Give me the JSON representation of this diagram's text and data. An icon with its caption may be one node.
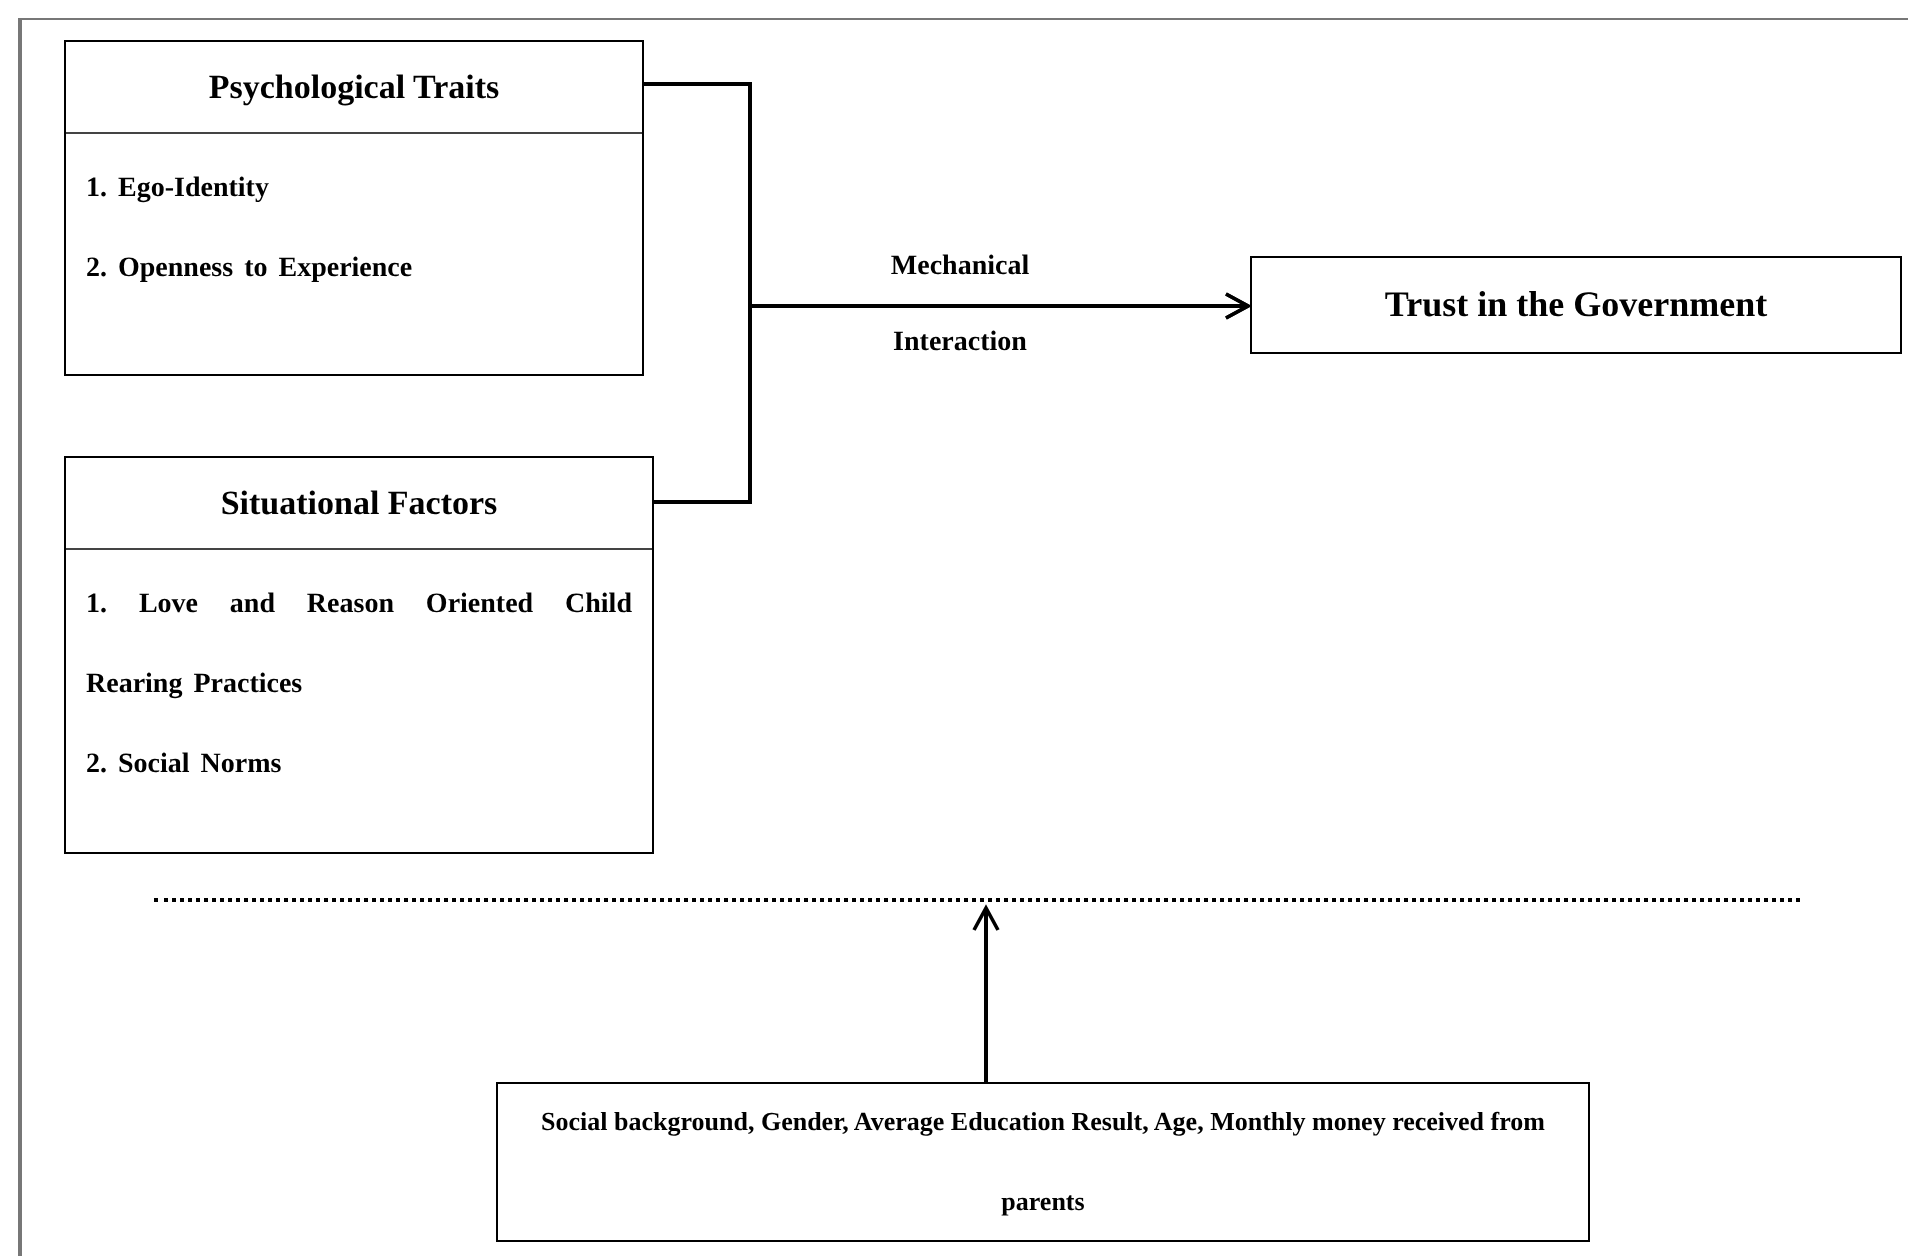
{
  "diagram": {
    "nodes": [
      {
        "text": [
          "Psychological Traits",
          "1. Ego-Identity",
          "2. Openness to Experience"
        ]
      },
      {
        "text": [
          "Situational Factors",
          "1. Love and Reason Oriented Child Rearing Practices",
          "2. Social Norms"
        ]
      },
      {
        "text": [
          "Trust in the Government"
        ]
      },
      {
        "text": [
          "Social background, Gender, Average Education Result, Age, Monthly money received from parents"
        ]
      },
      {
        "text": [],
        "shape": "line"
      }
    ],
    "edges": [
      {
        "from": 0,
        "to": 2,
        "arrow": "to",
        "label": "Mechanical Interaction"
      },
      {
        "from": 1,
        "to": 2,
        "arrow": "to"
      },
      {
        "from": 3,
        "to": 4,
        "arrow": "to"
      }
    ]
  }
}
